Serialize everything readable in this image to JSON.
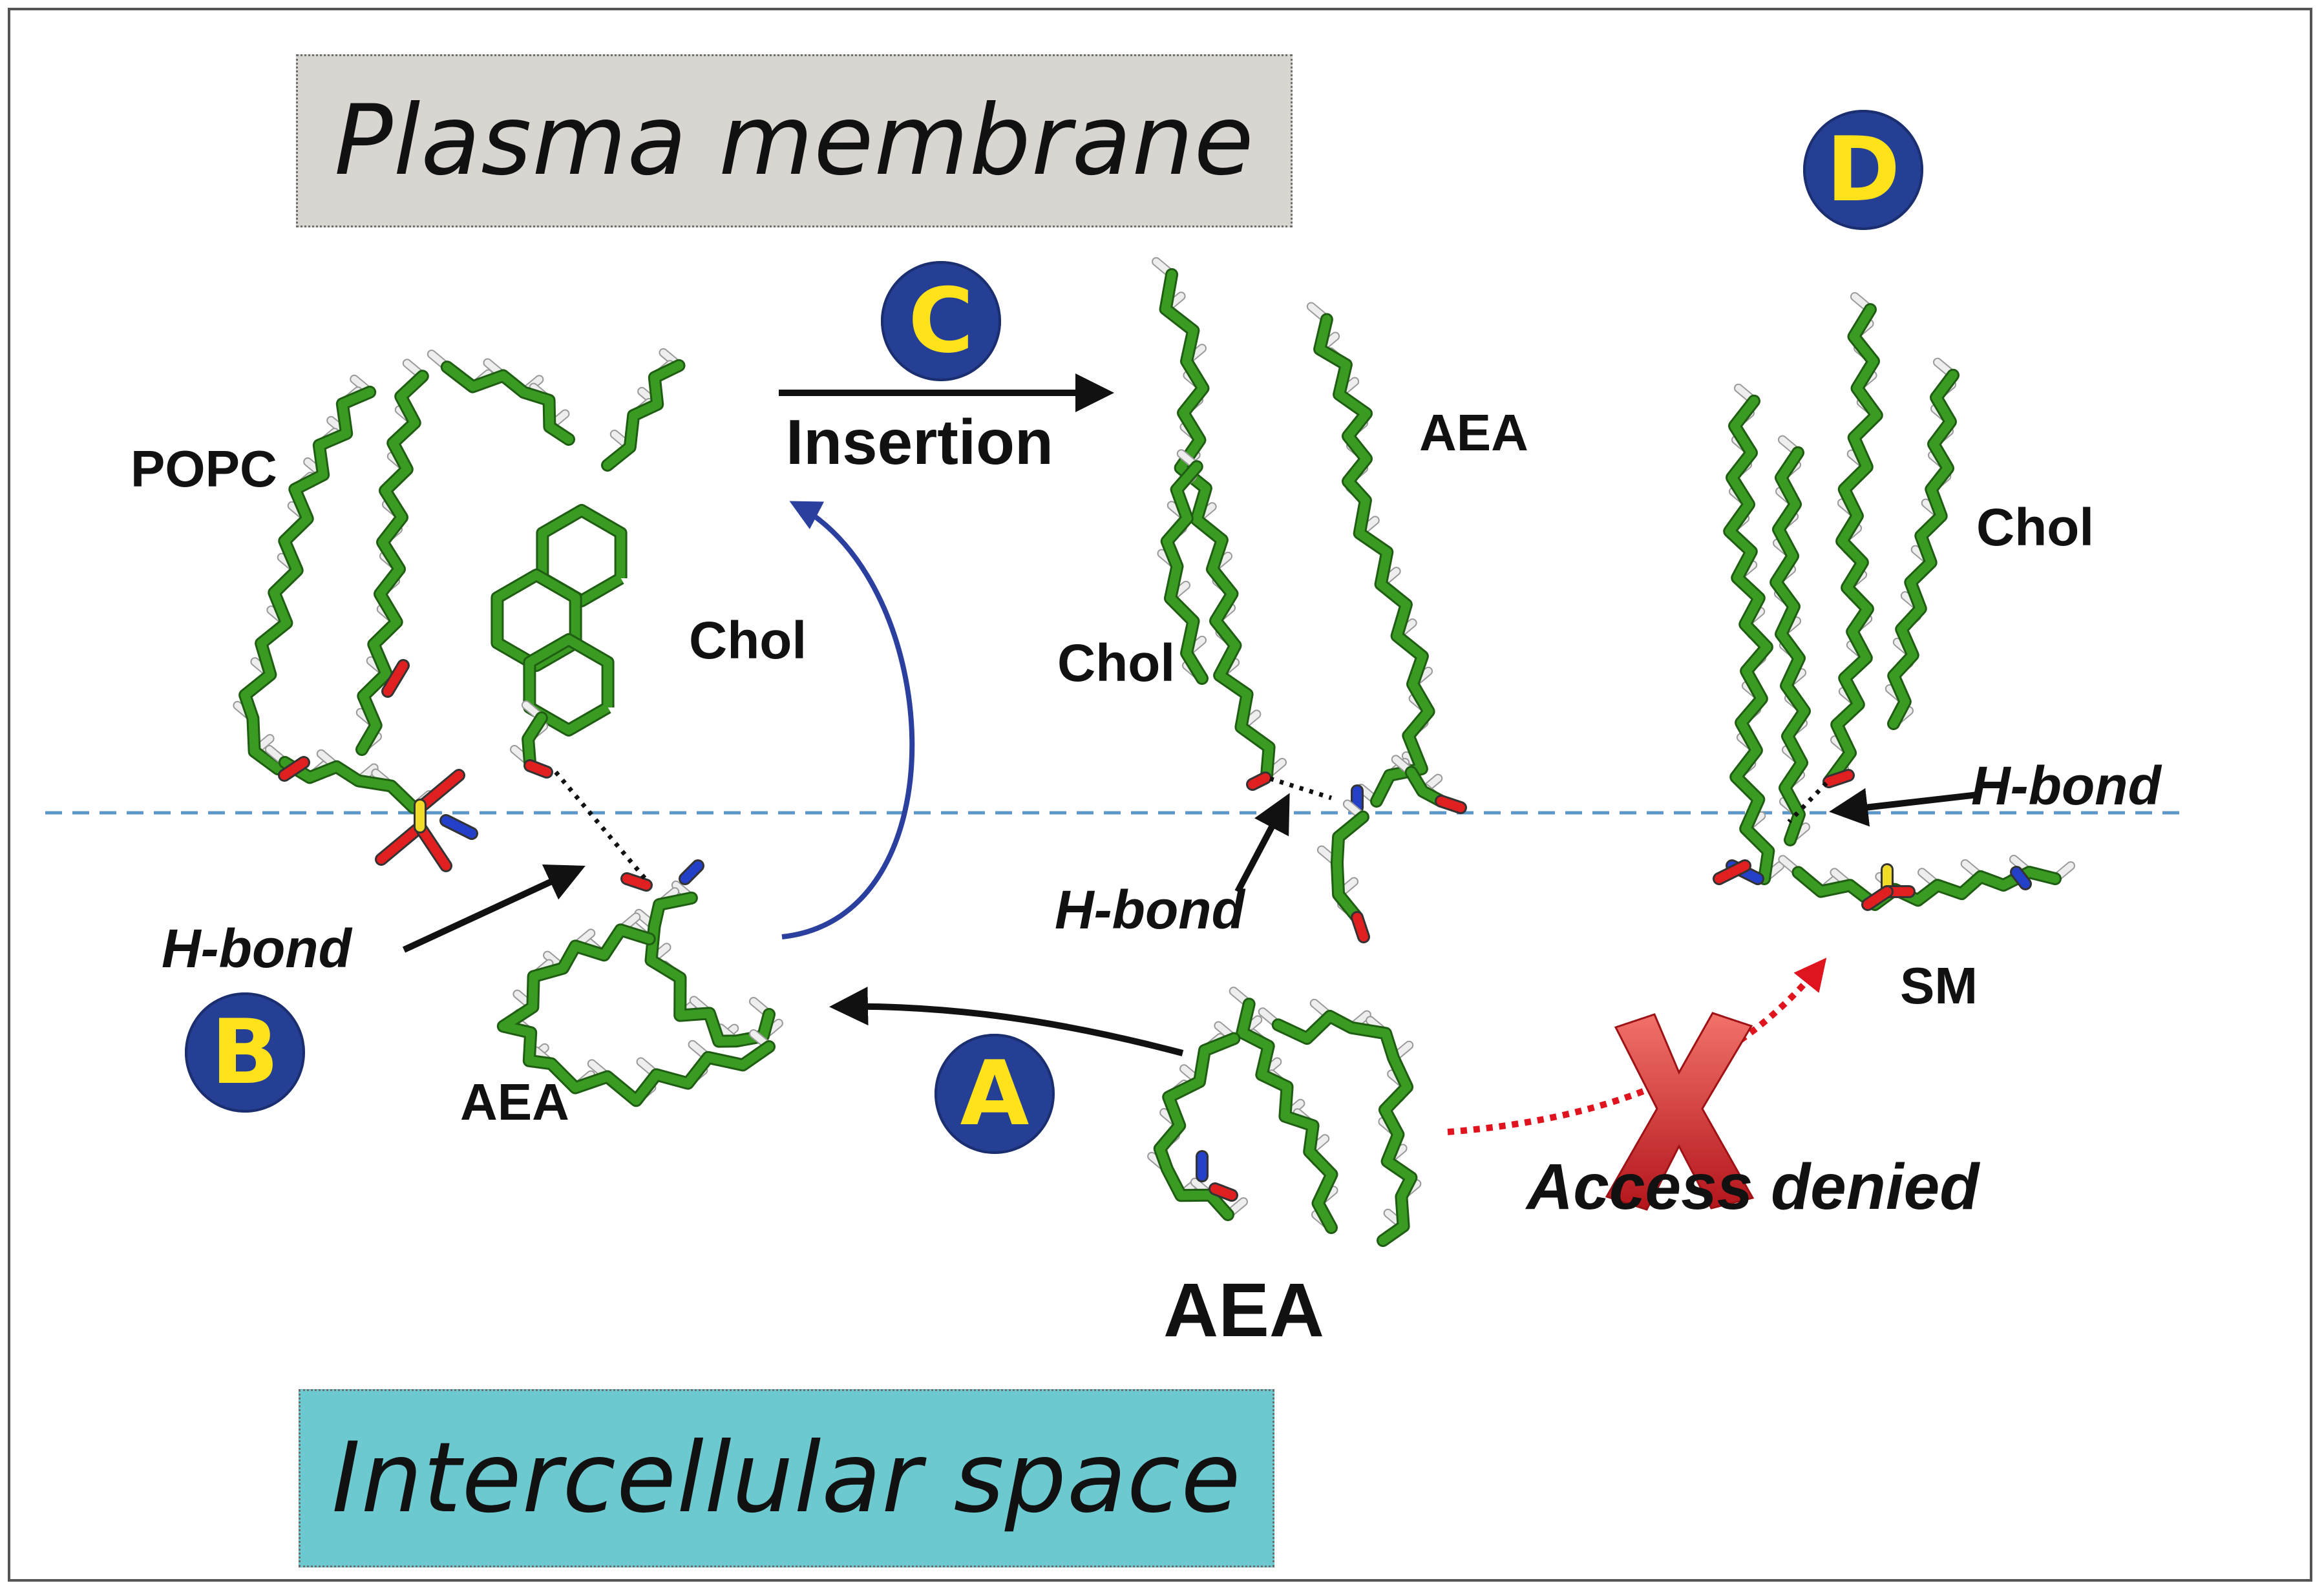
{
  "regions": {
    "plasma_membrane": "Plasma membrane",
    "intercellular_space": "Intercellular space"
  },
  "steps": {
    "A": "A",
    "B": "B",
    "C": "C",
    "D": "D"
  },
  "labels": {
    "popc": "POPC",
    "chol_b": "Chol",
    "aea_b": "AEA",
    "hbond_b": "H-bond",
    "insertion": "Insertion",
    "aea_c": "AEA",
    "chol_c": "Chol",
    "hbond_c": "H-bond",
    "chol_d": "Chol",
    "hbond_d": "H-bond",
    "sm": "SM",
    "aea_free": "AEA",
    "access_denied": "Access denied",
    "denied_mark": "X"
  },
  "colors": {
    "carbon": "#3a9b23",
    "hydrogen": "#eeeeee",
    "oxygen": "#e02020",
    "nitrogen": "#2440c8",
    "phosphorus": "#f0dc28",
    "badge": "#243f93",
    "badge_text": "#ffe21a",
    "plasma_box": "#d9d6d2",
    "space_box": "#6cc9d0",
    "boundary": "#5c97c9",
    "curve_arrow": "#2a3f9e",
    "denied_arrow": "#e0141e"
  }
}
